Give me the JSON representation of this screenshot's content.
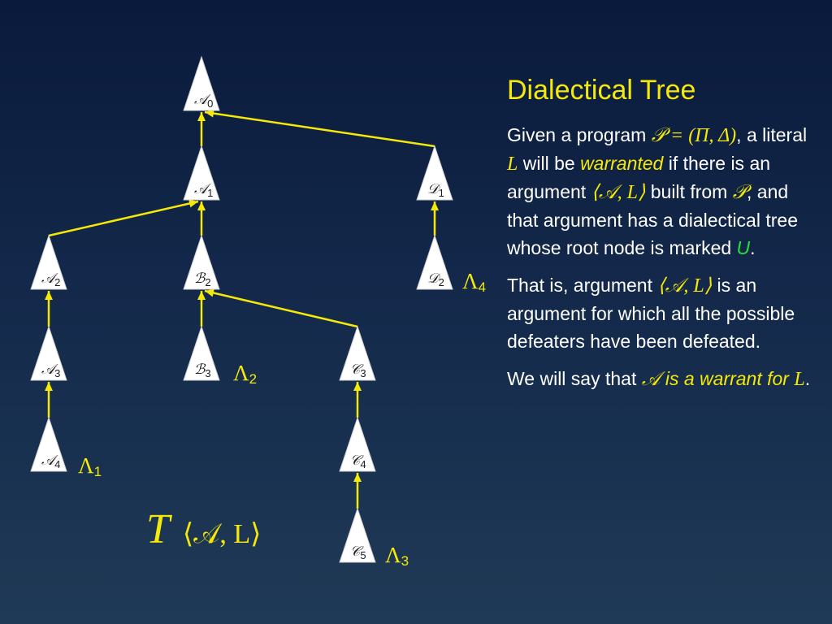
{
  "tree": {
    "nodes": [
      {
        "id": "A0",
        "letter": "A",
        "sub": "0"
      },
      {
        "id": "A1",
        "letter": "A",
        "sub": "1"
      },
      {
        "id": "D1",
        "letter": "D",
        "sub": "1"
      },
      {
        "id": "A2",
        "letter": "A",
        "sub": "2"
      },
      {
        "id": "B2",
        "letter": "B",
        "sub": "2"
      },
      {
        "id": "D2",
        "letter": "D",
        "sub": "2"
      },
      {
        "id": "A3",
        "letter": "A",
        "sub": "3"
      },
      {
        "id": "B3",
        "letter": "B",
        "sub": "3"
      },
      {
        "id": "C3",
        "letter": "C",
        "sub": "3"
      },
      {
        "id": "A4",
        "letter": "A",
        "sub": "4"
      },
      {
        "id": "C4",
        "letter": "C",
        "sub": "4"
      },
      {
        "id": "C5",
        "letter": "C",
        "sub": "5"
      }
    ],
    "edges": [
      {
        "from": "A1",
        "to": "A0"
      },
      {
        "from": "D1",
        "to": "A0"
      },
      {
        "from": "A2",
        "to": "A1"
      },
      {
        "from": "B2",
        "to": "A1"
      },
      {
        "from": "D2",
        "to": "D1"
      },
      {
        "from": "A3",
        "to": "A2"
      },
      {
        "from": "B3",
        "to": "B2"
      },
      {
        "from": "C3",
        "to": "B2"
      },
      {
        "from": "A4",
        "to": "A3"
      },
      {
        "from": "C4",
        "to": "C3"
      },
      {
        "from": "C5",
        "to": "C4"
      }
    ],
    "lines": [
      {
        "symbol": "Λ",
        "sub": "1"
      },
      {
        "symbol": "Λ",
        "sub": "2"
      },
      {
        "symbol": "Λ",
        "sub": "3"
      },
      {
        "symbol": "Λ",
        "sub": "4"
      }
    ],
    "caption": {
      "symbol": "T",
      "argument": "⟨𝒜, L⟩"
    }
  },
  "panel": {
    "title": "Dialectical Tree",
    "p1": {
      "t1": "Given a program ",
      "m1": "𝒫 = (Π, Δ)",
      "t2": ", a literal ",
      "m2": "L",
      "t3": " will be ",
      "warranted": "warranted",
      "t4": " if there is an argument ",
      "m3": "⟨𝒜, L⟩",
      "t5": " built from ",
      "m4": "𝒫",
      "t6": ", and that argument has a dialectical tree whose root node is marked ",
      "u": "U",
      "t7": "."
    },
    "p2": {
      "t1": "That is, argument ",
      "m1": "⟨𝒜, L⟩",
      "t2": " is an argument for which all the possible defeaters have been defeated."
    },
    "p3": {
      "t1": "We will say that ",
      "m1": "𝒜",
      "e1": " is a warrant for ",
      "m2": "L",
      "t2": "."
    }
  },
  "colors": {
    "line": "#f5e90a",
    "node_fill": "#ffffff",
    "text": "#ffffff",
    "accent": "#f5e90a",
    "green": "#22e23c"
  }
}
